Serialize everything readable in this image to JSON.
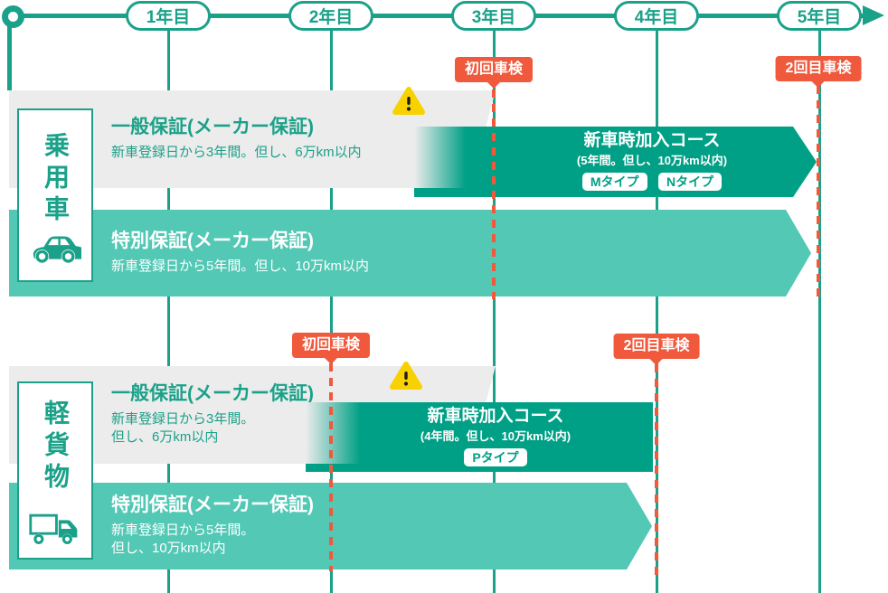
{
  "colors": {
    "teal_line": "#1ba189",
    "course_bar": "#00a086",
    "special_bar": "#52c8b5",
    "general_bar": "#ececec",
    "inspection_red": "#f0593c",
    "warning_yellow": "#f8d200"
  },
  "timeline": {
    "years": [
      "1年目",
      "2年目",
      "3年目",
      "4年目",
      "5年目"
    ]
  },
  "sections": [
    {
      "vehicle": "乗用車",
      "general_title": "一般保証(メーカー保証)",
      "general_desc": "新車登録日から3年間。但し、6万km以内",
      "course_title": "新車時加入コース",
      "course_cond": "(5年間。但し、10万km以内)",
      "course_types": [
        "Mタイプ",
        "Nタイプ"
      ],
      "special_title": "特別保証(メーカー保証)",
      "special_desc": "新車登録日から5年間。但し、10万km以内",
      "inspection_first": "初回車検",
      "inspection_second": "2回目車検"
    },
    {
      "vehicle": "軽貨物",
      "general_title": "一般保証(メーカー保証)",
      "general_desc": "新車登録日から3年間。\n但し、6万km以内",
      "course_title": "新車時加入コース",
      "course_cond": "(4年間。但し、10万km以内)",
      "course_types": [
        "Pタイプ"
      ],
      "special_title": "特別保証(メーカー保証)",
      "special_desc": "新車登録日から5年間。\n但し、10万km以内",
      "inspection_first": "初回車検",
      "inspection_second": "2回目車検"
    }
  ]
}
